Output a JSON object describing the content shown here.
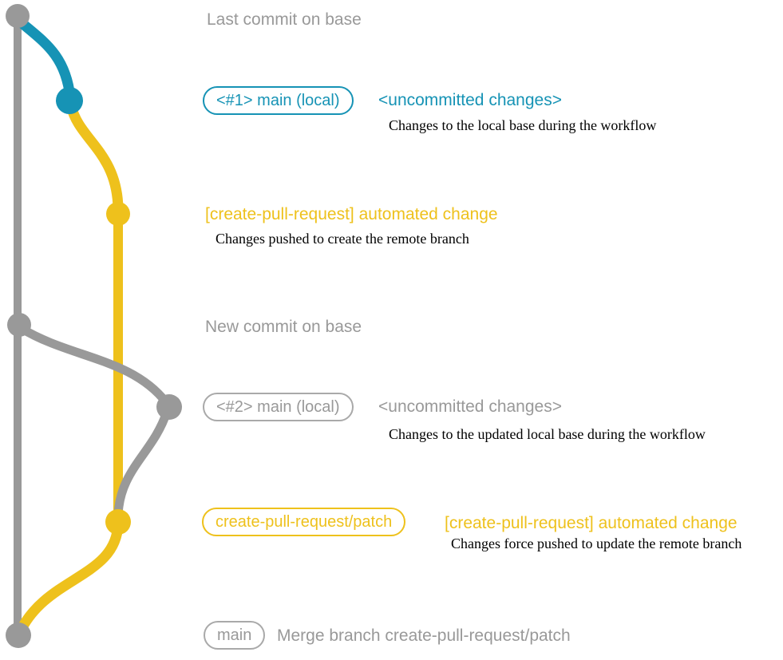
{
  "colors": {
    "base_gray": "#999999",
    "branch_blue": "#1693b5",
    "branch_yellow": "#eec11c",
    "gray_pill_border": "#a9a9a9",
    "caption_text": "#000000"
  },
  "annotations": {
    "last_commit_on_base": "Last commit on base",
    "new_commit_on_base": "New commit on base"
  },
  "commits": {
    "local1": {
      "branch_label": "<#1> main (local)",
      "message": "<uncommitted changes>",
      "caption": "Changes to the local base during the workflow"
    },
    "patch1": {
      "message": "[create-pull-request] automated change",
      "caption": "Changes pushed to create the remote branch"
    },
    "local2": {
      "branch_label": "<#2> main (local)",
      "message": "<uncommitted changes>",
      "caption": "Changes to the updated local base during the workflow"
    },
    "patch2": {
      "branch_label": "create-pull-request/patch",
      "message": "[create-pull-request] automated change",
      "caption": "Changes force pushed to update the remote branch"
    },
    "merge": {
      "branch_label": "main",
      "message": "Merge branch create-pull-request/patch"
    }
  }
}
